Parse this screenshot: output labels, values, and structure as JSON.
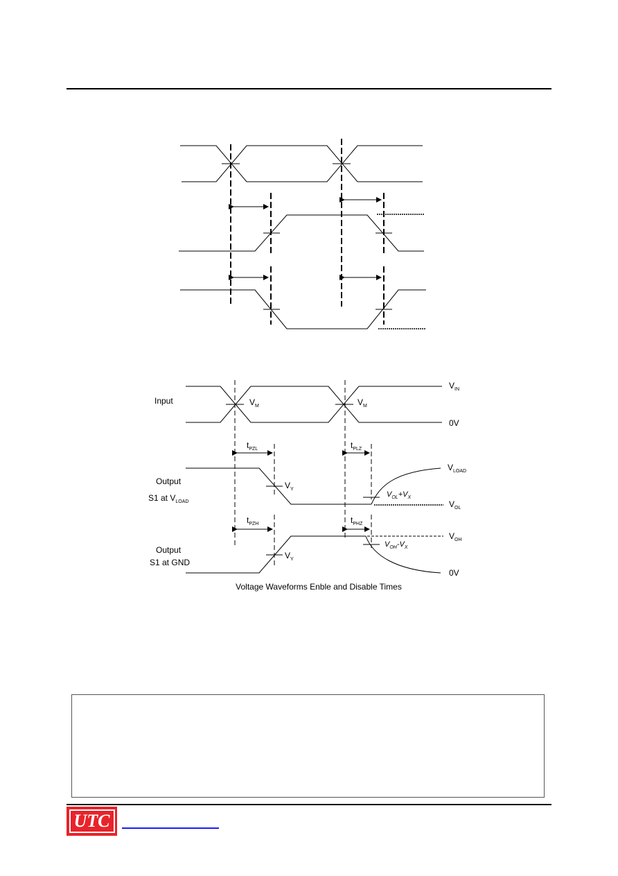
{
  "diagram": {
    "caption": "Voltage Waveforms Enble and Disable Times",
    "rows": {
      "input": {
        "label": "Input"
      },
      "output1": {
        "label_line1": "Output",
        "label_line2_main": "S1 at V",
        "label_line2_sub": "LOAD"
      },
      "output2": {
        "label_line1": "Output",
        "label_line2": "S1 at GND"
      }
    },
    "levels": {
      "vin": {
        "main": "V",
        "sub": "IN"
      },
      "zero_top": "0V",
      "vload": {
        "main": "V",
        "sub": "LOAD"
      },
      "vol": {
        "main": "V",
        "sub": "OL"
      },
      "voh": {
        "main": "V",
        "sub": "OH"
      },
      "zero_bottom": "0V"
    },
    "markers": {
      "vm": {
        "main": "V",
        "sub": "M"
      },
      "vy": {
        "main": "V",
        "sub": "Y"
      },
      "vol_plus_vx": {
        "main1": "V",
        "sub1": "OL",
        "mid": "+V",
        "sub2": "X"
      },
      "voh_minus_vx": {
        "main1": "V",
        "sub1": "OH",
        "mid": "-V",
        "sub2": "X"
      }
    },
    "timings": {
      "tpzl": {
        "main": "t",
        "sub": "PZL"
      },
      "tplz": {
        "main": "t",
        "sub": "PLZ"
      },
      "tpzh": {
        "main": "t",
        "sub": "PZH"
      },
      "tphz": {
        "main": "t",
        "sub": "PHZ"
      }
    }
  },
  "footer": {
    "logo_text": "UTC"
  }
}
